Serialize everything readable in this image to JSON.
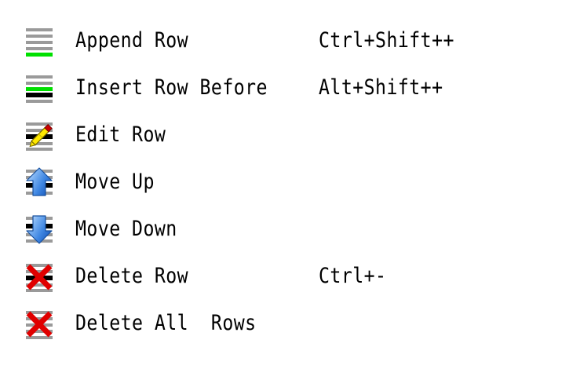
{
  "menu": {
    "name": "row-operations-context-menu",
    "background": "#ffffff",
    "text_color": "#000000",
    "items": [
      {
        "id": "append-row",
        "label": "Append Row",
        "shortcut": "Ctrl+Shift++",
        "icon": "append-row-icon",
        "icon_desc": "list rows with green bar appended at bottom",
        "icon_colors": {
          "rows": "#9a9a9a",
          "accent": "#00e000"
        }
      },
      {
        "id": "insert-row-before",
        "label": "Insert Row Before",
        "shortcut": "Alt+Shift++",
        "icon": "insert-row-before-icon",
        "icon_desc": "list rows with green bar inserted above a black selected row",
        "icon_colors": {
          "rows": "#9a9a9a",
          "accent": "#00e000",
          "selected": "#000000"
        }
      },
      {
        "id": "edit-row",
        "label": "Edit Row",
        "shortcut": "",
        "icon": "edit-row-icon",
        "icon_desc": "list rows with black selected row and yellow pencil",
        "icon_colors": {
          "rows": "#9a9a9a",
          "selected": "#000000",
          "pencil": "#ffe800",
          "tip": "#cc0000"
        }
      },
      {
        "id": "move-up",
        "label": "Move Up",
        "shortcut": "",
        "icon": "move-up-icon",
        "icon_desc": "blue arrow pointing up over list rows",
        "icon_colors": {
          "rows": "#9a9a9a",
          "selected": "#000000",
          "arrow": "#3a7fe0"
        }
      },
      {
        "id": "move-down",
        "label": "Move Down",
        "shortcut": "",
        "icon": "move-down-icon",
        "icon_desc": "blue arrow pointing down over list rows",
        "icon_colors": {
          "rows": "#9a9a9a",
          "selected": "#000000",
          "arrow": "#3a7fe0"
        }
      },
      {
        "id": "delete-row",
        "label": "Delete Row",
        "shortcut": "Ctrl+-",
        "icon": "delete-row-icon",
        "icon_desc": "red X over list rows with black selected row",
        "icon_colors": {
          "rows": "#9a9a9a",
          "selected": "#000000",
          "cross": "#e00000"
        }
      },
      {
        "id": "delete-all-rows",
        "label": "Delete All  Rows",
        "shortcut": "",
        "icon": "delete-all-rows-icon",
        "icon_desc": "red X over all list rows",
        "icon_colors": {
          "rows": "#9a9a9a",
          "cross": "#e00000"
        }
      }
    ]
  }
}
